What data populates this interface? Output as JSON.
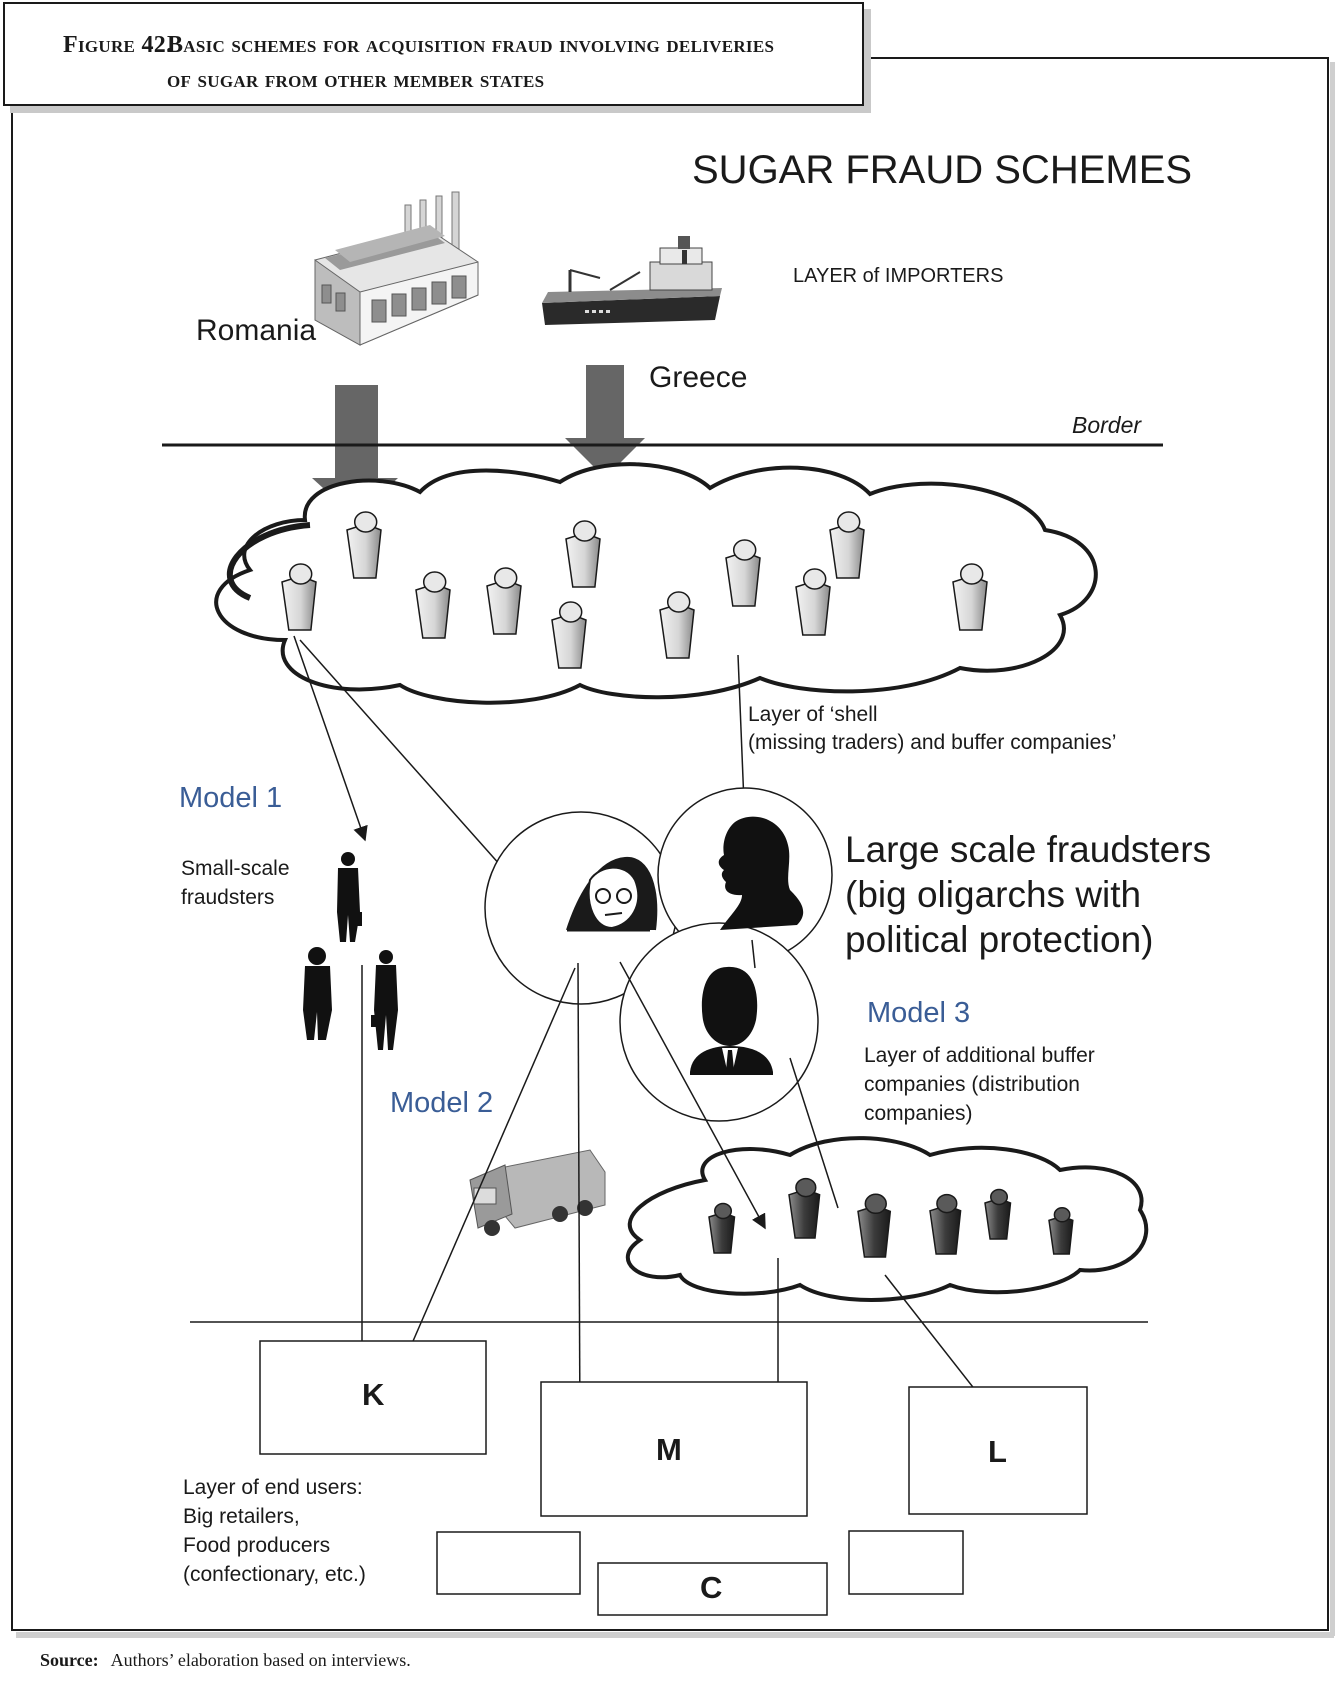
{
  "caption": {
    "figure_label": "Figure 42.",
    "title_line1": "Basic schemes for acquisition fraud involving deliveries",
    "title_line2": "of sugar from other member states"
  },
  "diagram": {
    "title": "SUGAR FRAUD SCHEMES",
    "layer_importers": "LAYER of IMPORTERS",
    "origin_romania": "Romania",
    "origin_greece": "Greece",
    "border_label": "Border",
    "shell_layer_line1": "Layer of ‘shell",
    "shell_layer_line2": "(missing traders) and buffer companies’",
    "model1": "Model 1",
    "model2": "Model 2",
    "model3": "Model 3",
    "small_scale_line1": "Small-scale",
    "small_scale_line2": "fraudsters",
    "large_scale_line1": "Large scale fraudsters",
    "large_scale_line2": "(big oligarchs with",
    "large_scale_line3": "political protection)",
    "buffer_layer_line1": "Layer of additional buffer",
    "buffer_layer_line2": "companies (distribution",
    "buffer_layer_line3": "companies)",
    "box_k": "K",
    "box_m": "M",
    "box_l": "L",
    "box_c": "C",
    "end_users_line1": "Layer of end users:",
    "end_users_line2": "Big retailers,",
    "end_users_line3": "Food producers",
    "end_users_line4": "(confectionary, etc.)"
  },
  "source": {
    "label": "Source:",
    "text": "Authors’ elaboration based on interviews."
  }
}
